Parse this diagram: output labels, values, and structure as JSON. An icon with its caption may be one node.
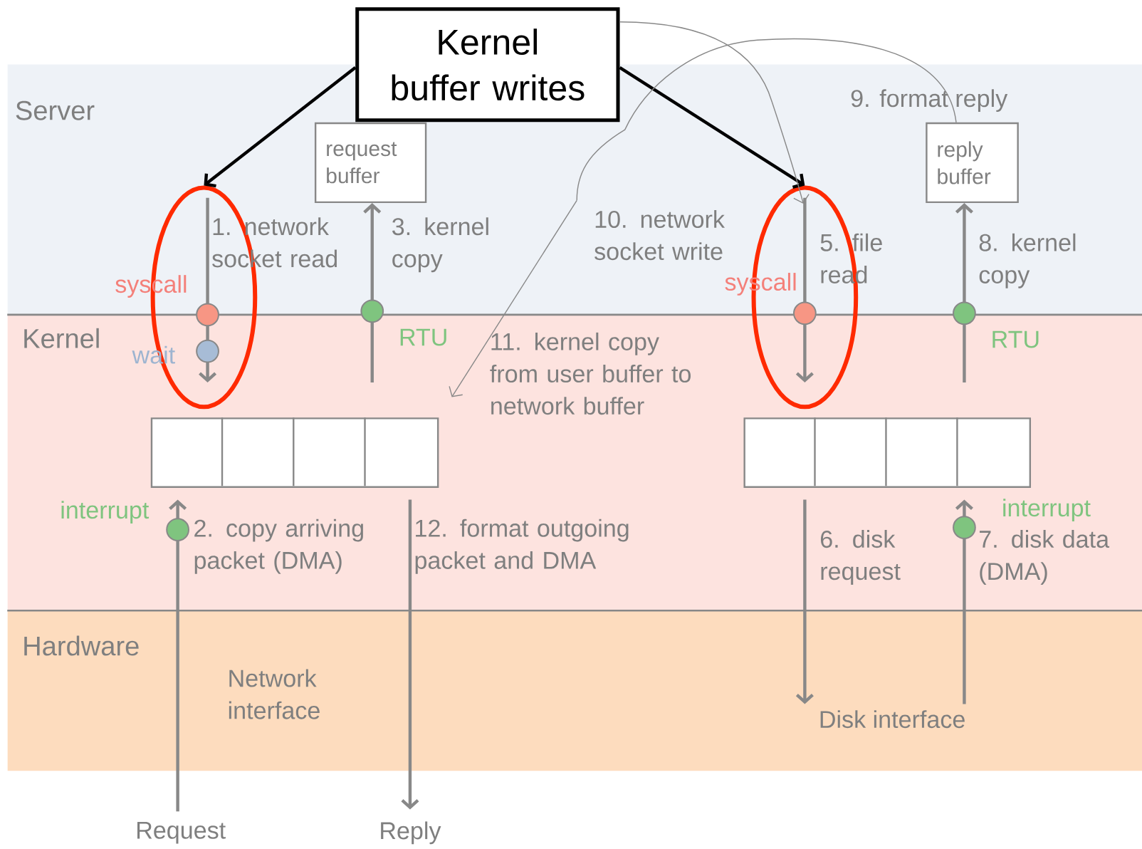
{
  "diagram": {
    "nodes": [
      {
        "text": [
          "Kernel buffer writes"
        ]
      },
      {
        "text": [
          "Server"
        ]
      },
      {
        "text": [
          "Kernel"
        ]
      },
      {
        "text": [
          "Hardware"
        ]
      },
      {
        "text": [
          "request buffer"
        ],
        "in": 1
      },
      {
        "text": [
          "reply buffer"
        ],
        "in": 1
      },
      {
        "text": [],
        "shape": "ellipse"
      },
      {
        "text": [],
        "shape": "ellipse"
      },
      {
        "text": [],
        "shape": "box",
        "in": 2
      },
      {
        "text": [],
        "shape": "box",
        "in": 2
      },
      {
        "text": [
          "Request"
        ]
      },
      {
        "text": [
          "Reply"
        ]
      },
      {
        "text": [
          "Disk interface"
        ],
        "in": 3
      }
    ],
    "edges": [
      {
        "from": 0,
        "to": 6,
        "arrow": "to",
        "color": "#000000"
      },
      {
        "from": 0,
        "to": 7,
        "arrow": "to",
        "color": "#000000"
      },
      {
        "from": 0,
        "to": 7,
        "arrow": "to"
      },
      {
        "from": 6,
        "to": null,
        "arrow": "to"
      },
      {
        "from": 8,
        "to": 4,
        "arrow": "to"
      },
      {
        "from": 7,
        "to": null,
        "arrow": "to"
      },
      {
        "from": 9,
        "to": 5,
        "arrow": "to"
      },
      {
        "from": 10,
        "to": 8,
        "arrow": "to"
      },
      {
        "from": 8,
        "to": 11,
        "arrow": "to"
      },
      {
        "from": 9,
        "to": 12,
        "arrow": "to"
      },
      {
        "from": 12,
        "to": 9,
        "arrow": "to"
      },
      {
        "from": 5,
        "to": 8,
        "arrow": "to"
      }
    ],
    "labels": [
      "1. network socket read",
      "syscall",
      "wait",
      "3. kernel copy",
      "RTU",
      "10. network socket write",
      "syscall",
      "5. file read",
      "8. kernel copy",
      "9. format reply",
      "RTU",
      "11. kernel copy from user buffer to network buffer",
      "interrupt",
      "2. copy arriving packet (DMA)",
      "12. format outgoing packet and DMA",
      "6. disk request",
      "interrupt",
      "7. disk data (DMA)",
      "Network interface"
    ]
  }
}
